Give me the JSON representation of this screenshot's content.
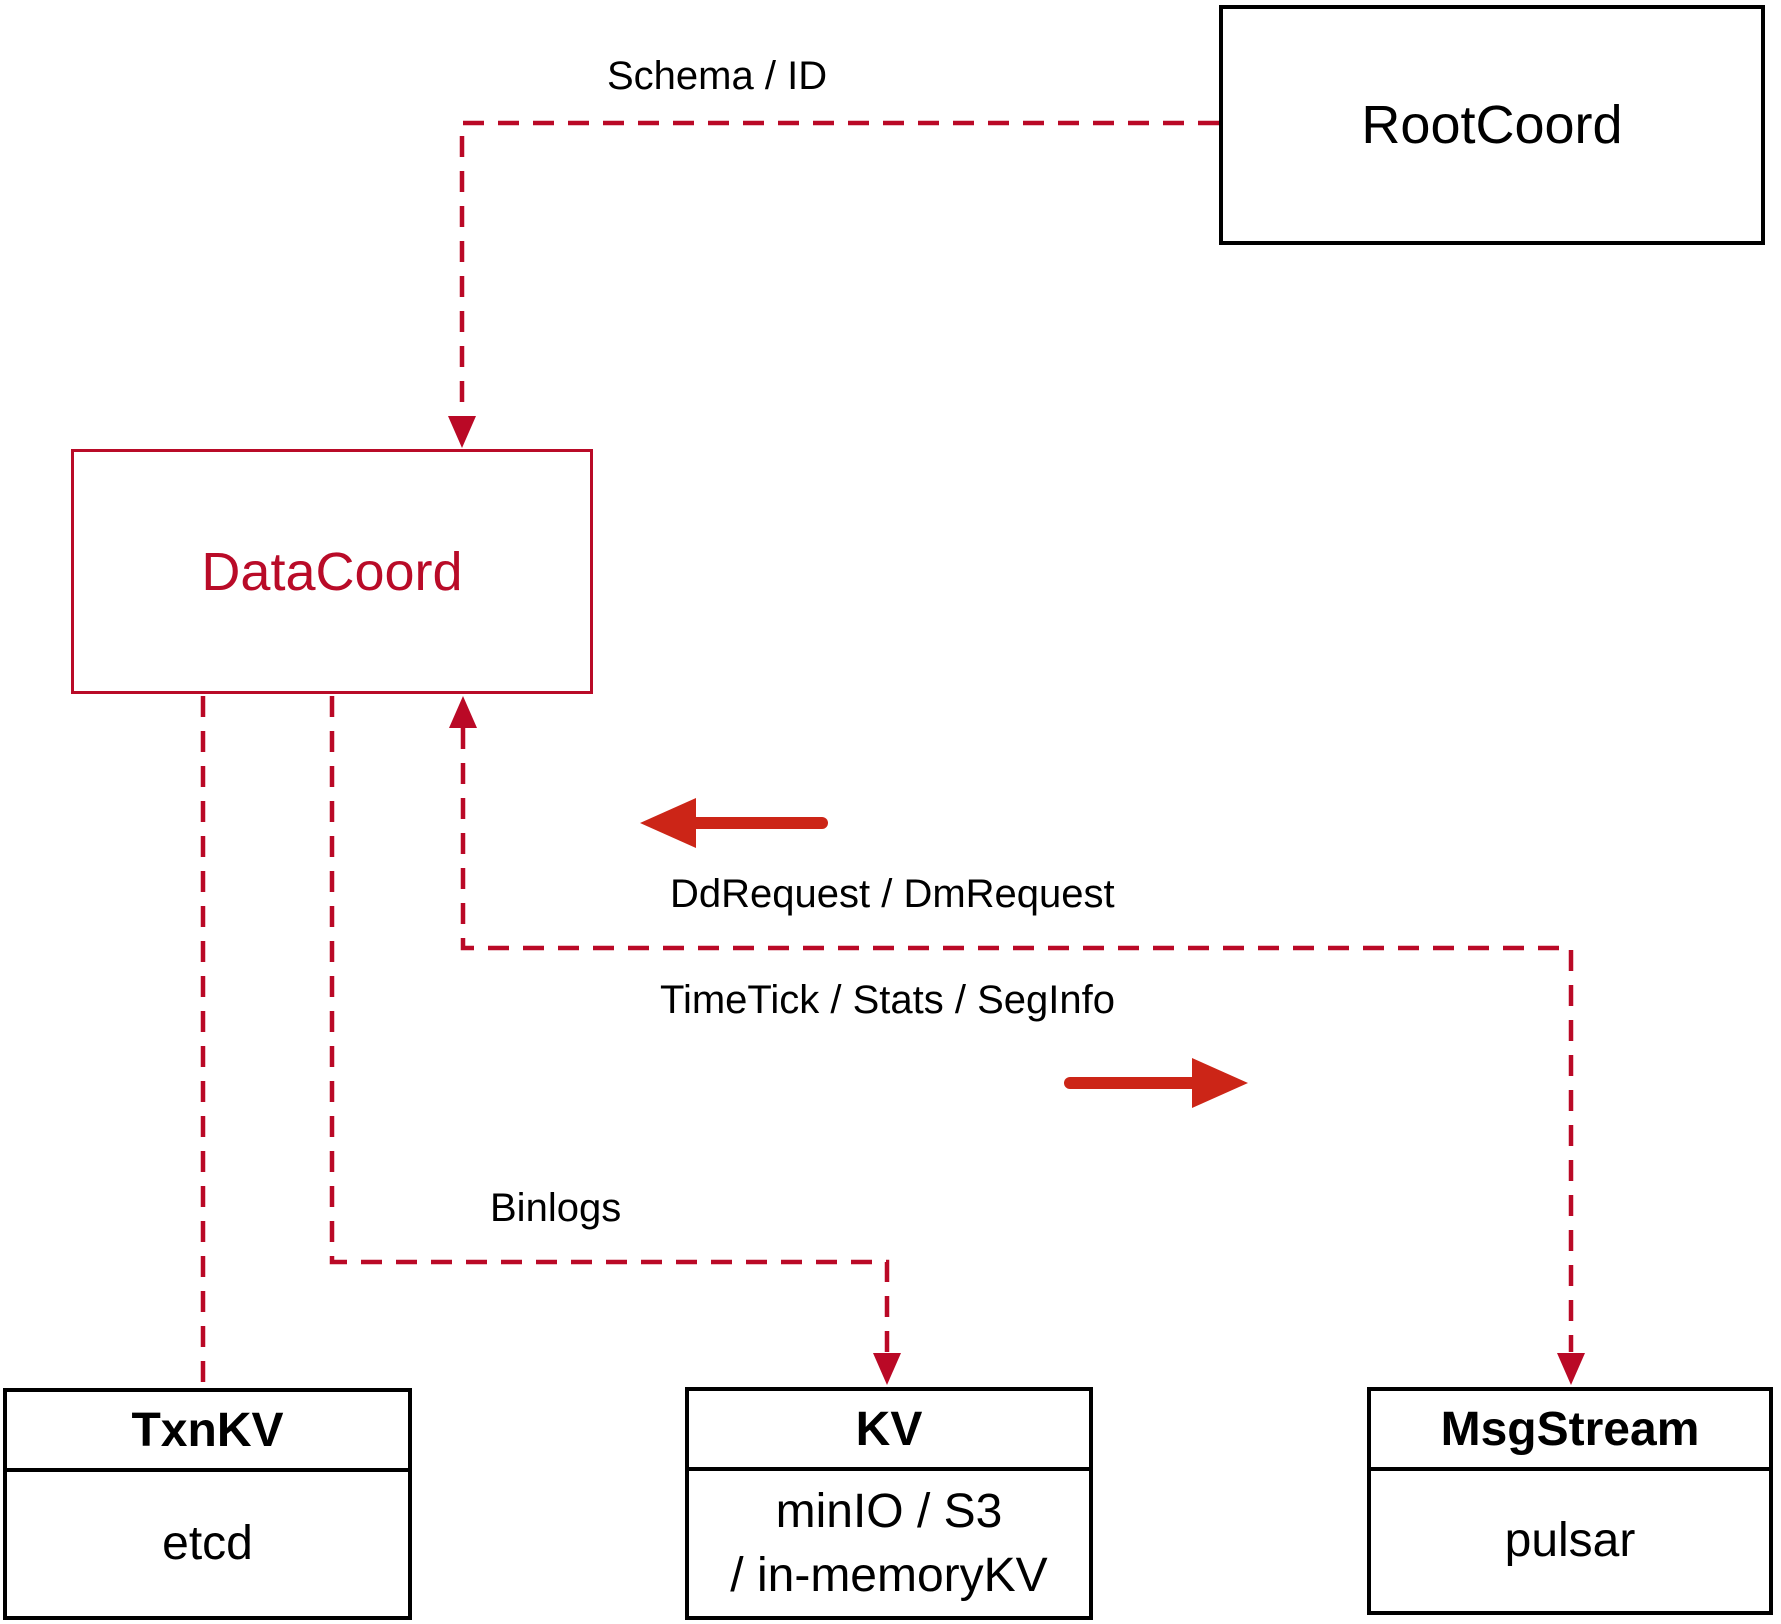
{
  "diagram": {
    "nodes": {
      "rootcoord": {
        "label": "RootCoord"
      },
      "datacoord": {
        "label": "DataCoord"
      },
      "txnkv": {
        "title": "TxnKV",
        "body": [
          "etcd"
        ]
      },
      "kv": {
        "title": "KV",
        "body": [
          "minIO / S3",
          "/ in-memoryKV"
        ]
      },
      "msgstream": {
        "title": "MsgStream",
        "body": [
          "pulsar"
        ]
      }
    },
    "edge_labels": {
      "schema_id": "Schema / ID",
      "dd_dm_request": "DdRequest / DmRequest",
      "timetick_stats_seginfo": "TimeTick / Stats / SegInfo",
      "binlogs": "Binlogs"
    },
    "colors": {
      "dashed_line": "#ba0926",
      "solid_arrow": "#cc2517",
      "box_border": "#000000",
      "datacoord_accent": "#b90b28",
      "text": "#000000",
      "background": "#ffffff"
    }
  }
}
